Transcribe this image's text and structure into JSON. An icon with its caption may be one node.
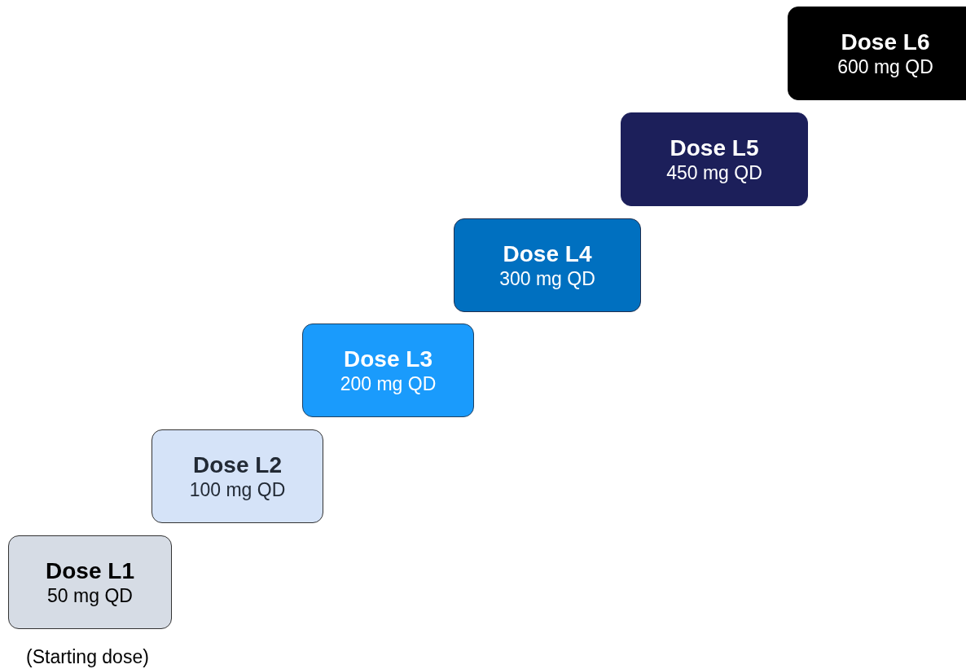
{
  "diagram": {
    "nodes": [
      {
        "text": [
          "Dose L1",
          "50 mg QD"
        ],
        "beside": [
          "(Starting dose)"
        ]
      },
      {
        "text": [
          "Dose L2",
          "100 mg QD"
        ]
      },
      {
        "text": [
          "Dose L3",
          "200 mg QD"
        ]
      },
      {
        "text": [
          "Dose L4",
          "300 mg QD"
        ]
      },
      {
        "text": [
          "Dose L5",
          "450 mg QD"
        ]
      },
      {
        "text": [
          "Dose L6",
          "600 mg QD"
        ]
      }
    ]
  }
}
